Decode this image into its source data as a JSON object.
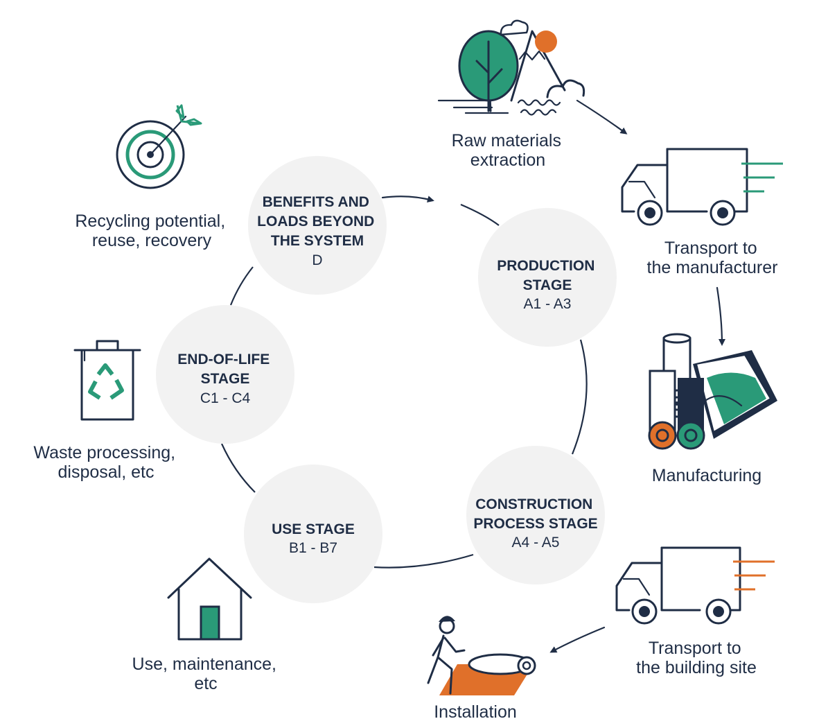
{
  "colors": {
    "navy": "#1f2d45",
    "green": "#2a9a78",
    "orange": "#e0702a",
    "bubble": "#f2f2f2"
  },
  "stages": {
    "benefits": {
      "title_lines": [
        "BENEFITS AND",
        "LOADS BEYOND",
        "THE SYSTEM"
      ],
      "code": "D"
    },
    "production": {
      "title_lines": [
        "PRODUCTION",
        "STAGE"
      ],
      "code": "A1 - A3"
    },
    "construction": {
      "title_lines": [
        "CONSTRUCTION",
        "PROCESS STAGE"
      ],
      "code": "A4 -  A5"
    },
    "use": {
      "title_lines": [
        "USE STAGE"
      ],
      "code": "B1 - B7"
    },
    "end_of_life": {
      "title_lines": [
        "END-OF-LIFE",
        "STAGE"
      ],
      "code": "C1 - C4"
    }
  },
  "steps": {
    "raw_materials": {
      "lines": [
        "Raw materials",
        "extraction"
      ],
      "icon": "landscape-icon"
    },
    "transport_manufacturer": {
      "lines": [
        "Transport to",
        "the manufacturer"
      ],
      "icon": "truck-icon"
    },
    "manufacturing": {
      "lines": [
        "Manufacturing"
      ],
      "icon": "rolls-icon"
    },
    "transport_site": {
      "lines": [
        "Transport to",
        "the building site"
      ],
      "icon": "truck-icon"
    },
    "installation": {
      "lines": [
        "Installation"
      ],
      "icon": "worker-icon"
    },
    "use_maintenance": {
      "lines": [
        "Use, maintenance,",
        "etc"
      ],
      "icon": "house-icon"
    },
    "waste": {
      "lines": [
        "Waste processing,",
        "disposal, etc"
      ],
      "icon": "recycle-bin-icon"
    },
    "recycling": {
      "lines": [
        "Recycling potential,",
        "reuse, recovery"
      ],
      "icon": "target-icon"
    }
  }
}
